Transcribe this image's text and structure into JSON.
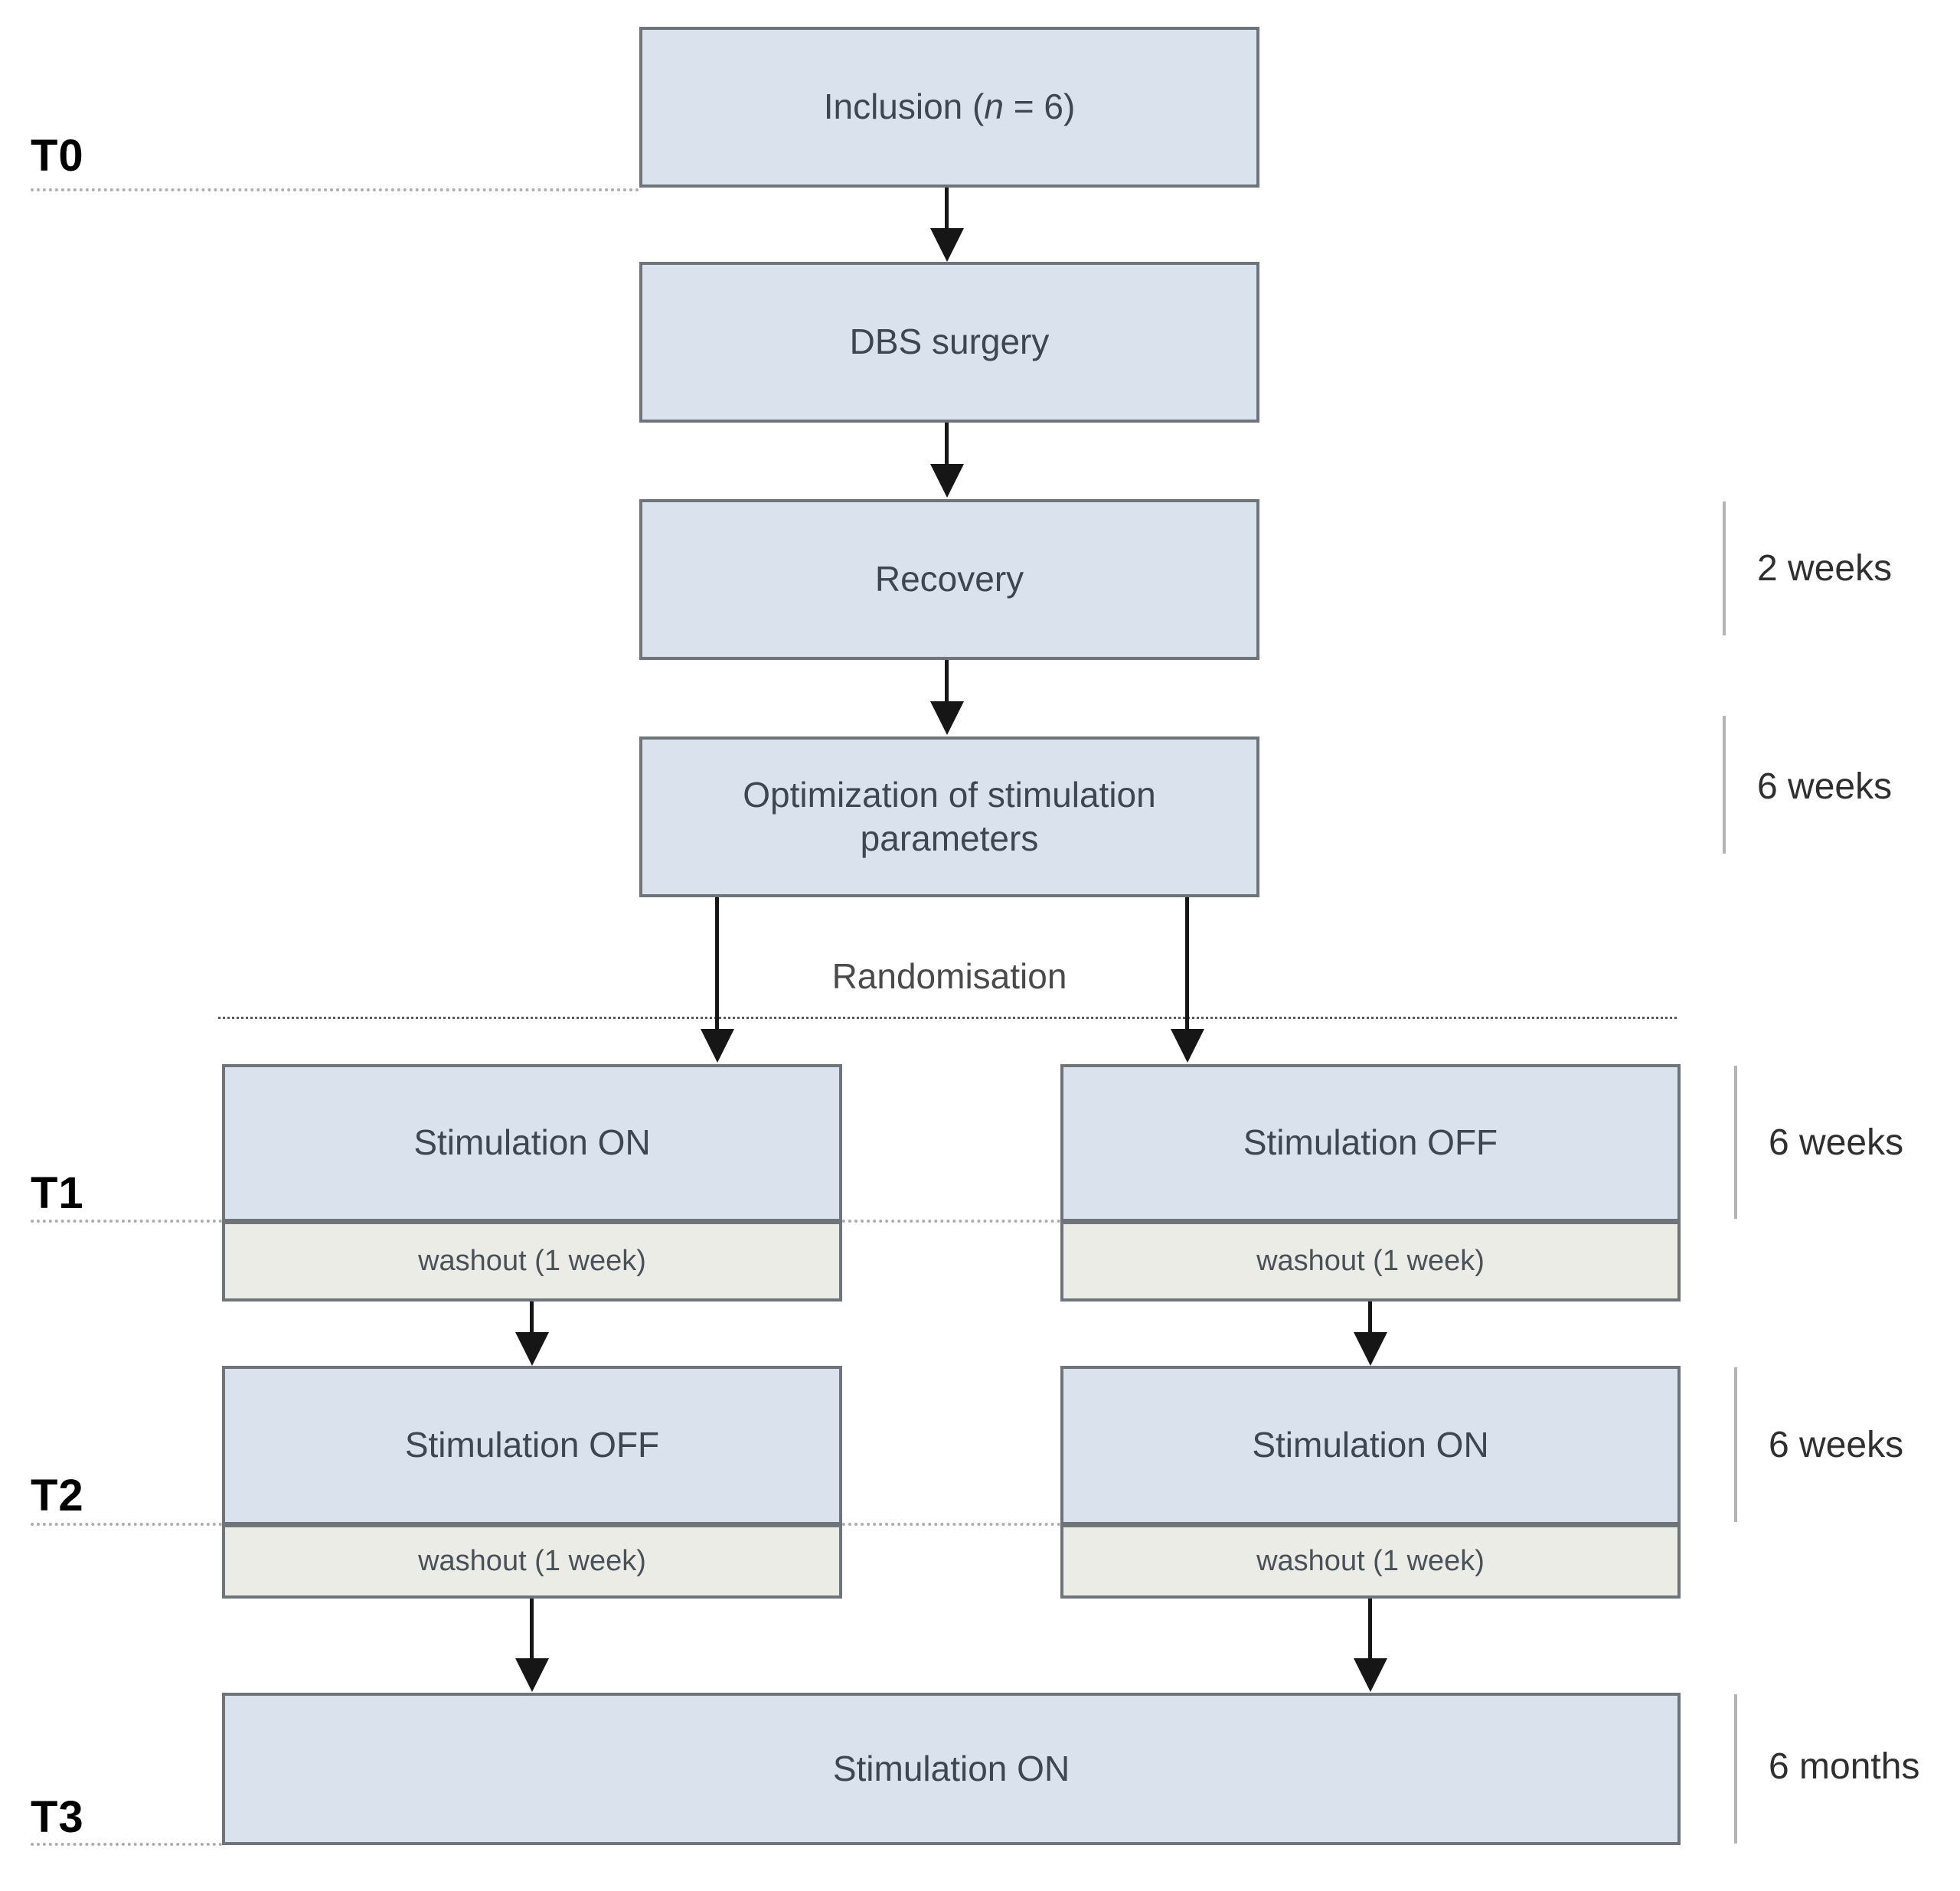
{
  "figure": {
    "boxes": {
      "inclusion": {
        "prefix": "Inclusion (",
        "n": "n",
        "suffix": " = 6)"
      },
      "dbs_surgery": "DBS surgery",
      "recovery": "Recovery",
      "optimization": "Optimization of stimulation parameters",
      "t1_left": "Stimulation ON",
      "t1_right": "Stimulation OFF",
      "t2_left": "Stimulation OFF",
      "t2_right": "Stimulation ON",
      "t3": "Stimulation ON",
      "washout": "washout (1 week)"
    },
    "randomisation_label": "Randomisation",
    "timepoint_labels": {
      "t0": "T0",
      "t1": "T1",
      "t2": "T2",
      "t3": "T3"
    },
    "durations": {
      "recovery": "2 weeks",
      "optimization": "6 weeks",
      "phase1": "6 weeks",
      "phase2": "6 weeks",
      "followup": "6 months"
    },
    "colors": {
      "box_fill": "#dae3ed",
      "washout_fill": "#ebece5",
      "box_border": "#6e747a",
      "box_text": "#3d4751",
      "tick": "#b4b4b4"
    }
  }
}
